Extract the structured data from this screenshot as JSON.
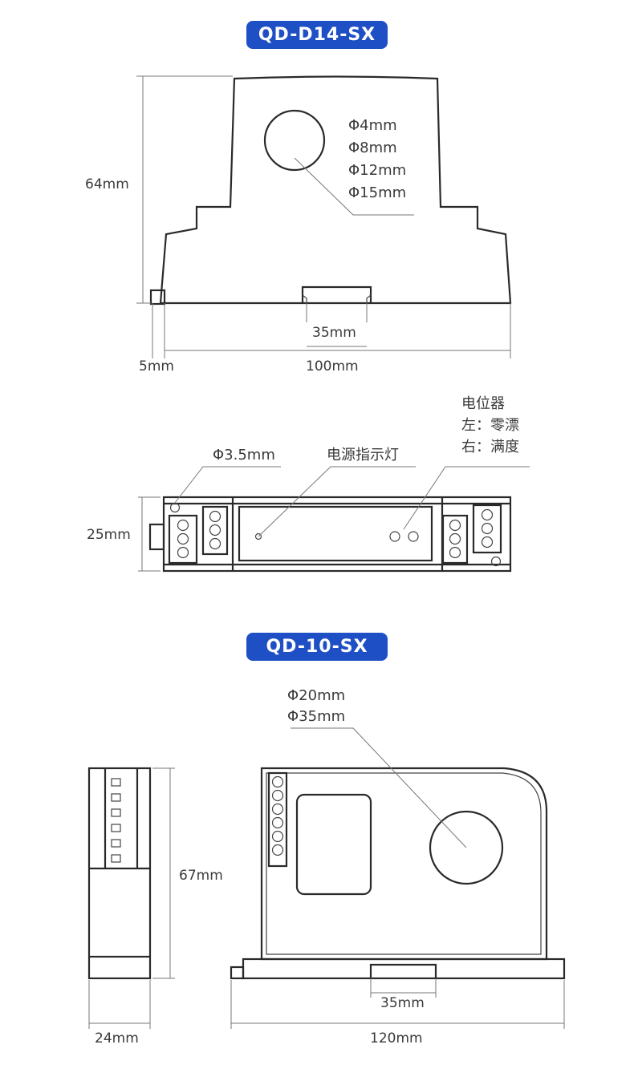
{
  "model1": {
    "title": "QD-D14-SX",
    "hole_sizes": [
      "Φ4mm",
      "Φ8mm",
      "Φ12mm",
      "Φ15mm"
    ],
    "height": "64mm",
    "rail": "35mm",
    "offset": "5mm",
    "width": "100mm",
    "side_depth": "25mm",
    "mount_hole": "Φ3.5mm",
    "power_led": "电源指示灯",
    "pot_title": "电位器",
    "pot_left": "左：零漂",
    "pot_right": "右：满度"
  },
  "model2": {
    "title": "QD-10-SX",
    "hole_sizes": [
      "Φ20mm",
      "Φ35mm"
    ],
    "height": "67mm",
    "depth": "24mm",
    "rail": "35mm",
    "width": "120mm"
  }
}
